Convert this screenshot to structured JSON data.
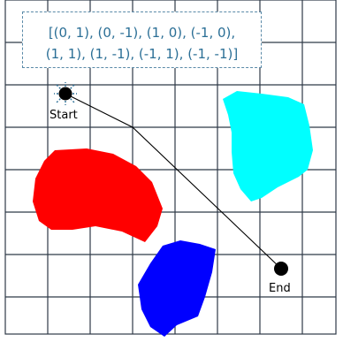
{
  "directions": {
    "line1": "[(0, 1), (0, -1), (1, 0), (-1, 0),",
    "line2": "(1, 1), (1, -1), (-1, 1), (-1, -1)]"
  },
  "start_label": "Start",
  "end_label": "End",
  "colors": {
    "grid": "#2f3a48",
    "path": "#000000",
    "text_box": "#2b6f96",
    "obstacle_red": "#ff0000",
    "obstacle_cyan": "#00ffff",
    "obstacle_blue": "#0000ff",
    "start_marker": "#000000",
    "end_marker": "#000000",
    "rays": "#2b6f96"
  },
  "obstacles": [
    "red",
    "cyan",
    "blue"
  ]
}
